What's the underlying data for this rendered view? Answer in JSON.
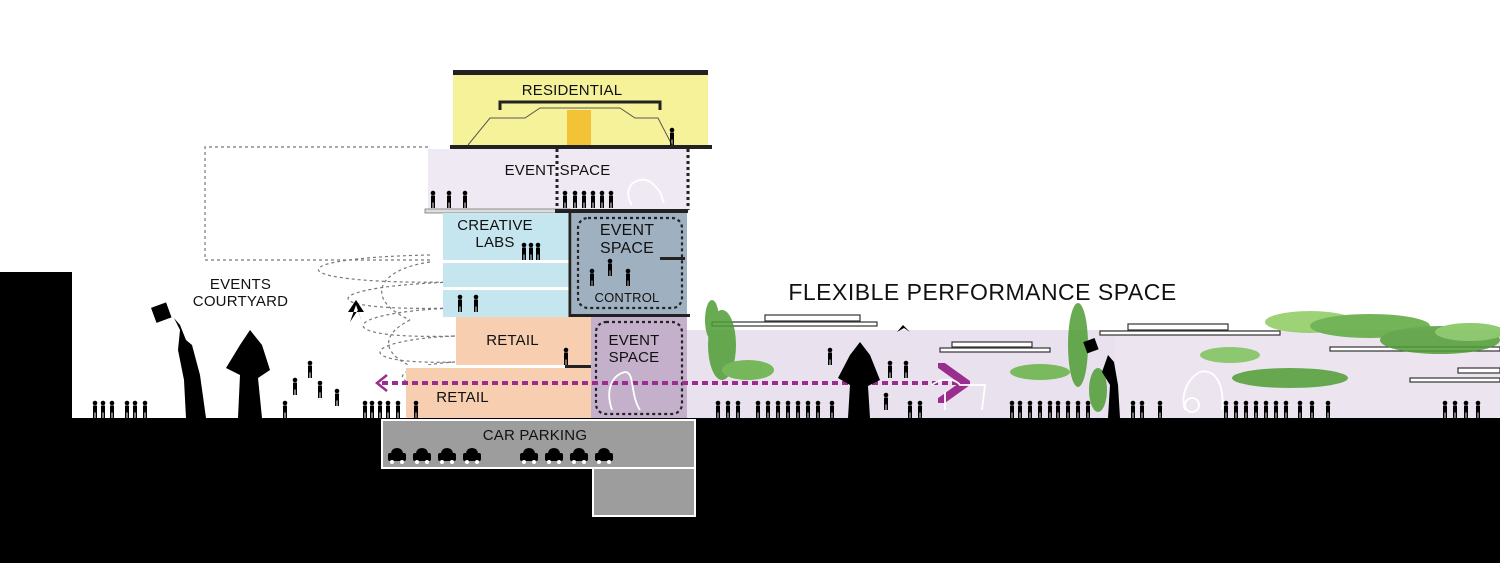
{
  "diagram": {
    "labels": {
      "residential": "RESIDENTIAL",
      "event_space_top": "EVENT SPACE",
      "creative_labs": [
        "CREATIVE",
        "LABS"
      ],
      "event_space_mid": [
        "EVENT",
        "SPACE"
      ],
      "control": "CONTROL",
      "events_courtyard": [
        "EVENTS",
        "COURTYARD"
      ],
      "flexible_performance_space": "FLEXIBLE PERFORMANCE SPACE",
      "retail_upper": "RETAIL",
      "retail_lower": "RETAIL",
      "event_space_low": [
        "EVENT",
        "SPACE"
      ],
      "car_parking": "CAR PARKING"
    },
    "colors": {
      "ground": "#000000",
      "residential": "#f6f29a",
      "residential_core": "#f3c236",
      "event_space_top": "#efe9f3",
      "creative_labs": "#c6e6ef",
      "event_space_mid": "#9fb1c1",
      "retail": "#f7cfb0",
      "event_space_low": "#c4b0cb",
      "performance_space": "#ece5f0",
      "car_parking": "#9d9d9d",
      "circulation_arrow": "#9b2d8e",
      "trees": "#5aa83a"
    }
  }
}
